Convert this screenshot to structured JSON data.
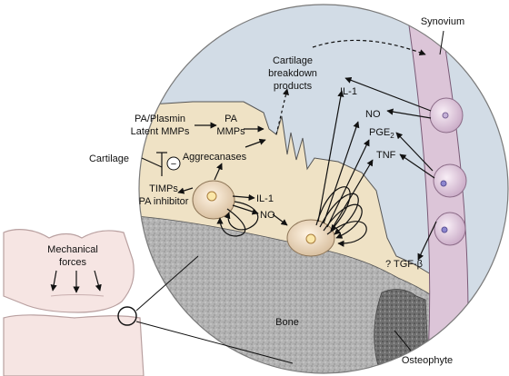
{
  "labels": {
    "synovium": "Synovium",
    "breakdown_1": "Cartilage",
    "breakdown_2": "breakdown",
    "breakdown_3": "products",
    "pa_plasmin": "PA/Plasmin",
    "latent_mmps": "Latent MMPs",
    "pa": "PA",
    "mmps": "MMPs",
    "aggrecanases": "Aggrecanases",
    "cartilage": "Cartilage",
    "inhibit_symbol": "−",
    "timps": "TIMPs",
    "pa_inhibitor": "PA inhibitor",
    "il1_left": "IL-1",
    "no_left": "NO",
    "il1_right": "IL-1",
    "no_right": "NO",
    "pge2": "PGE",
    "pge2_sub": "2",
    "tnf": "TNF",
    "tgf_beta": "? TGF-β",
    "mechanical_1": "Mechanical",
    "mechanical_2": "forces",
    "bone": "Bone",
    "osteophyte": "Osteophyte"
  },
  "colors": {
    "circle_bg": "#d2dce6",
    "cartilage": "#efe2c5",
    "bone": "#b2b2b2",
    "synovium": "#dcc5d8",
    "cell": "#f1dfc8",
    "joint": "#f6e5e3"
  }
}
